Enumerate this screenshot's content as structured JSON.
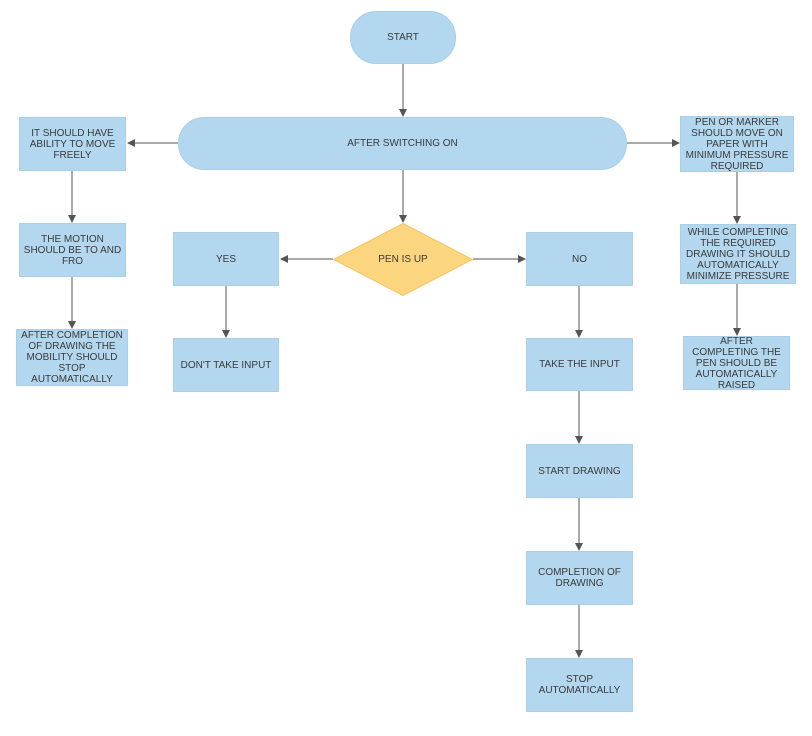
{
  "colors": {
    "process_fill": "#b3d7ef",
    "decision_fill": "#fcd57f",
    "connector": "#555555",
    "text": "#3a3a3a"
  },
  "flowchart": {
    "start": "START",
    "after_switching_on": "AFTER SWITCHING ON",
    "decision": "PEN IS UP",
    "yes": "YES",
    "no": "NO",
    "dont_take_input": "DON'T TAKE INPUT",
    "take_input": "TAKE THE INPUT",
    "start_drawing": "START DRAWING",
    "completion_of_drawing": "COMPLETION OF DRAWING",
    "stop_automatically": "STOP AUTOMATICALLY",
    "left_branch": {
      "move_freely": "IT SHOULD HAVE ABILITY TO MOVE FREELY",
      "motion": "THE MOTION SHOULD BE TO AND FRO",
      "stop_mobility": "AFTER COMPLETION OF DRAWING THE MOBILITY SHOULD STOP AUTOMATICALLY"
    },
    "right_branch": {
      "min_pressure": "PEN OR MARKER SHOULD MOVE ON PAPER WITH MINIMUM PRESSURE REQUIRED",
      "minimize_pressure": "WHILE COMPLETING THE REQUIRED DRAWING IT SHOULD AUTOMATICALLY MINIMIZE PRESSURE",
      "raised": "AFTER COMPLETING THE PEN SHOULD BE AUTOMATICALLY RAISED"
    }
  }
}
